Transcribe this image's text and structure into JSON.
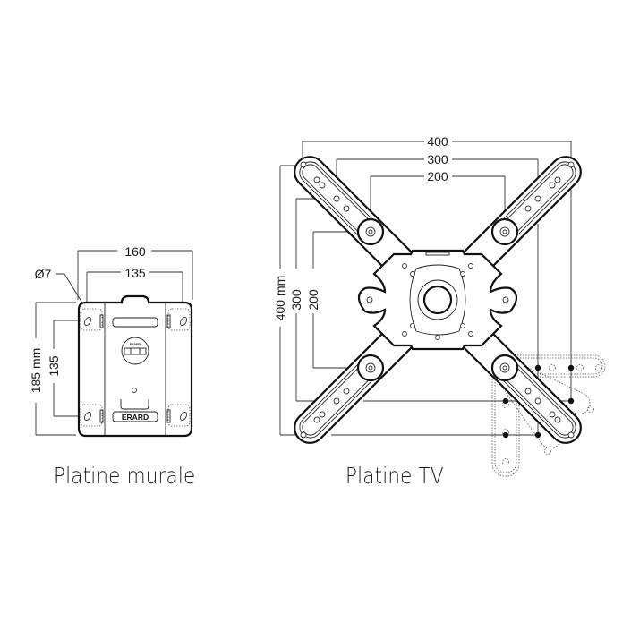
{
  "wall_plate": {
    "caption": "Platine murale",
    "dimensions": {
      "width_outer": "160",
      "width_holes": "135",
      "height_outer": "185 mm",
      "height_holes": "135",
      "hole_diameter": "Ø7"
    },
    "brand_label": "ERARD",
    "level_label": "ERARD"
  },
  "tv_plate": {
    "caption": "Platine TV",
    "dimensions": {
      "width_400": "400",
      "width_300": "300",
      "width_200": "200",
      "height_400": "400 mm",
      "height_300": "300",
      "height_200": "200"
    }
  },
  "colors": {
    "line": "#111111",
    "background": "#ffffff"
  }
}
